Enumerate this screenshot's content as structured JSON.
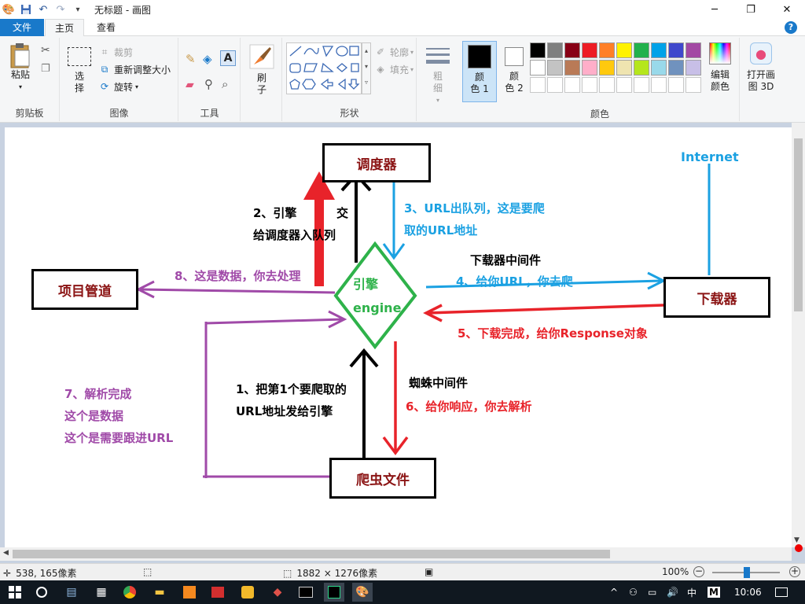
{
  "window": {
    "title": "无标题 - 画图",
    "minimize": "─",
    "maximize": "❐",
    "close": "✕"
  },
  "tabs": {
    "file": "文件",
    "home": "主页",
    "view": "查看",
    "help": "?"
  },
  "ribbon": {
    "clipboard": {
      "label": "剪贴板",
      "paste": "粘贴"
    },
    "image": {
      "label": "图像",
      "select": "选\n择",
      "crop": "裁剪",
      "resize": "重新调整大小",
      "rotate": "旋转"
    },
    "tools": {
      "label": "工具"
    },
    "brush": {
      "label": "刷\n子"
    },
    "shapes": {
      "label": "形状",
      "outline": "轮廓",
      "fill": "填充"
    },
    "size": {
      "label": "粗\n细"
    },
    "color1": {
      "label": "颜\n色 1",
      "value": "#000000"
    },
    "color2": {
      "label": "颜\n色 2",
      "value": "#ffffff"
    },
    "colors": {
      "label": "颜色",
      "edit": "编辑\n颜色"
    },
    "paint3d": {
      "label": "打开画\n图 3D"
    },
    "palette_row1": [
      "#000000",
      "#7f7f7f",
      "#880015",
      "#ed1c24",
      "#ff7f27",
      "#fff200",
      "#22b14c",
      "#00a2e8",
      "#3f48cc",
      "#a349a4"
    ],
    "palette_row2": [
      "#ffffff",
      "#c3c3c3",
      "#b97a57",
      "#ffaec9",
      "#ffc90e",
      "#efe4b0",
      "#b5e61d",
      "#99d9ea",
      "#7092be",
      "#c8bfe7"
    ]
  },
  "diagram": {
    "scheduler": "调度器",
    "downloader": "下载器",
    "pipeline": "项目管道",
    "spider": "爬虫文件",
    "engine_cn": "引擎",
    "engine_en": "engine",
    "internet": "Internet",
    "step1": [
      "1、把第1个要爬取的",
      "URL地址发给引擎"
    ],
    "step2": [
      "2、引擎",
      "交",
      "给调度器入队列"
    ],
    "step3": [
      "3、URL出队列，这是要爬",
      "取的URL地址"
    ],
    "step4_title": "下载器中间件",
    "step4": "4、给你URL，你去爬",
    "step5": "5、下载完成，给你Response对象",
    "step6_title": "蜘蛛中间件",
    "step6": "6、给你响应，你去解析",
    "step7": [
      "7、解析完成",
      "这个是数据",
      "这个是需要跟进URL"
    ],
    "step8": "8、这是数据，你去处理",
    "colors": {
      "blue": "#1ba1e2",
      "red": "#e8232a",
      "purple": "#a04aa8",
      "green": "#2eb24a",
      "darkred": "#8b1414"
    }
  },
  "status": {
    "cursor": "538, 165像素",
    "size": "1882 × 1276像素",
    "zoom": "100%"
  },
  "taskbar": {
    "time": "10:06",
    "ime": "中",
    "ime2": "M"
  }
}
